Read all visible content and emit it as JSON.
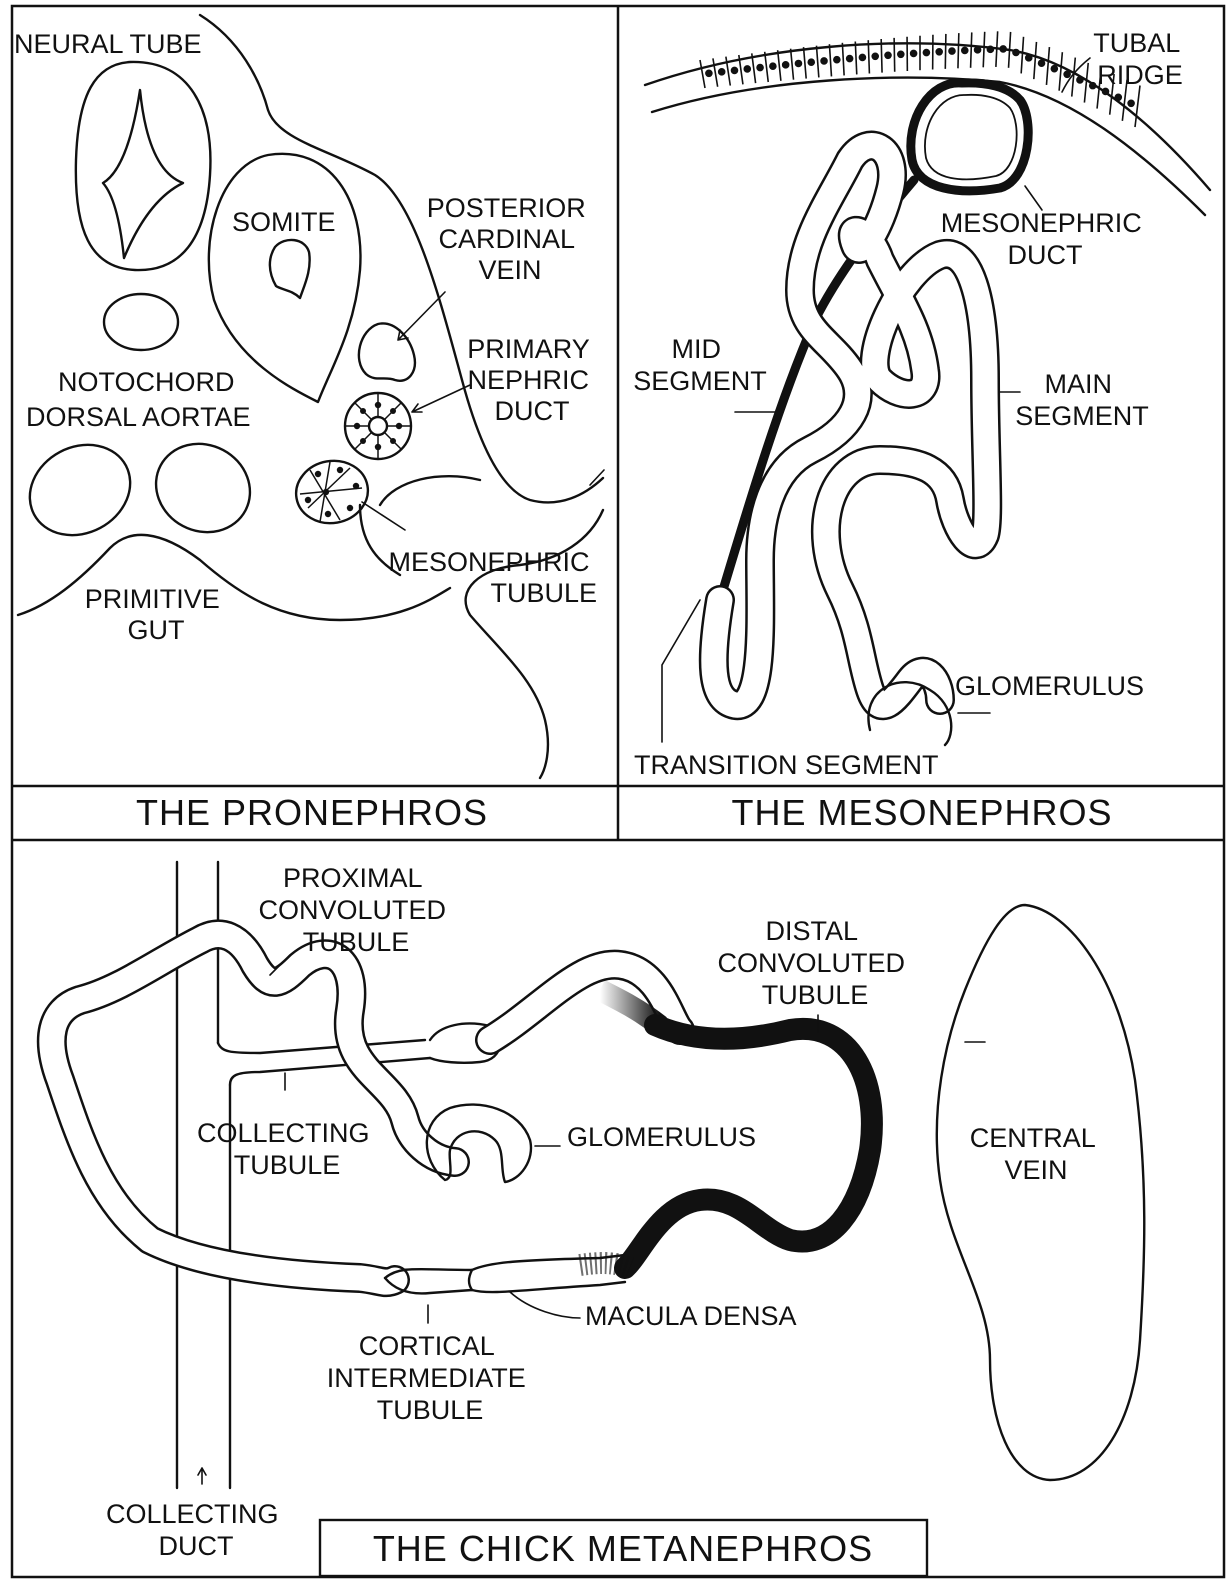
{
  "panels": {
    "pronephros": {
      "title": "THE PRONEPHROS",
      "labels": {
        "neural_tube": "NEURAL TUBE",
        "somite": "SOMITE",
        "posterior_cardinal_vein": [
          "POSTERIOR",
          "CARDINAL",
          "VEIN"
        ],
        "primary_nephric_duct": [
          "PRIMARY",
          "NEPHRIC",
          "DUCT"
        ],
        "notochord": "NOTOCHORD",
        "dorsal_aortae": "DORSAL AORTAE",
        "mesonephric_tubule": [
          "MESONEPHRIC",
          "TUBULE"
        ],
        "primitive_gut": [
          "PRIMITIVE",
          "GUT"
        ]
      }
    },
    "mesonephros": {
      "title": "THE MESONEPHROS",
      "labels": {
        "tubal_ridge": [
          "TUBAL",
          "RIDGE"
        ],
        "mesonephric_duct": [
          "MESONEPHRIC",
          "DUCT"
        ],
        "mid_segment": [
          "MID",
          "SEGMENT"
        ],
        "main_segment": [
          "MAIN",
          "SEGMENT"
        ],
        "glomerulus": "GLOMERULUS",
        "transition_segment": "TRANSITION SEGMENT"
      }
    },
    "metanephros": {
      "title": "THE CHICK METANEPHROS",
      "labels": {
        "proximal_convoluted_tubule": [
          "PROXIMAL",
          "CONVOLUTED",
          "TUBULE"
        ],
        "distal_convoluted_tubule": [
          "DISTAL",
          "CONVOLUTED",
          "TUBULE"
        ],
        "collecting_tubule": [
          "COLLECTING",
          "TUBULE"
        ],
        "glomerulus": "GLOMERULUS",
        "central_vein": [
          "CENTRAL",
          "VEIN"
        ],
        "macula_densa": "MACULA DENSA",
        "cortical_intermediate_tubule": [
          "CORTICAL",
          "INTERMEDIATE",
          "TUBULE"
        ],
        "collecting_duct": [
          "COLLECTING",
          "DUCT"
        ]
      }
    }
  }
}
